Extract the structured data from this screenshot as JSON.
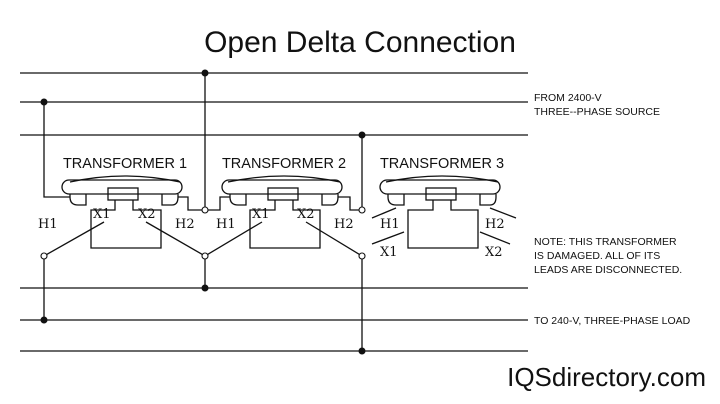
{
  "title": "Open Delta Connection",
  "transformers": [
    {
      "label": "TRANSFORMER 1",
      "h1": "H1",
      "h2": "H2",
      "x1": "X1",
      "x2": "X2"
    },
    {
      "label": "TRANSFORMER 2",
      "h1": "H1",
      "h2": "H2",
      "x1": "X1",
      "x2": "X2"
    },
    {
      "label": "TRANSFORMER 3",
      "h1": "H1",
      "h2": "H2",
      "x1": "X1",
      "x2": "X2"
    }
  ],
  "source_label_line1": "FROM 2400-V",
  "source_label_line2": "THREE--PHASE SOURCE",
  "note_line1": "NOTE: THIS TRANSFORMER",
  "note_line2": "IS DAMAGED. ALL OF ITS",
  "note_line3": "LEADS ARE DISCONNECTED.",
  "load_label": "TO 240-V, THREE-PHASE LOAD",
  "brand": "IQSdirectory.com"
}
